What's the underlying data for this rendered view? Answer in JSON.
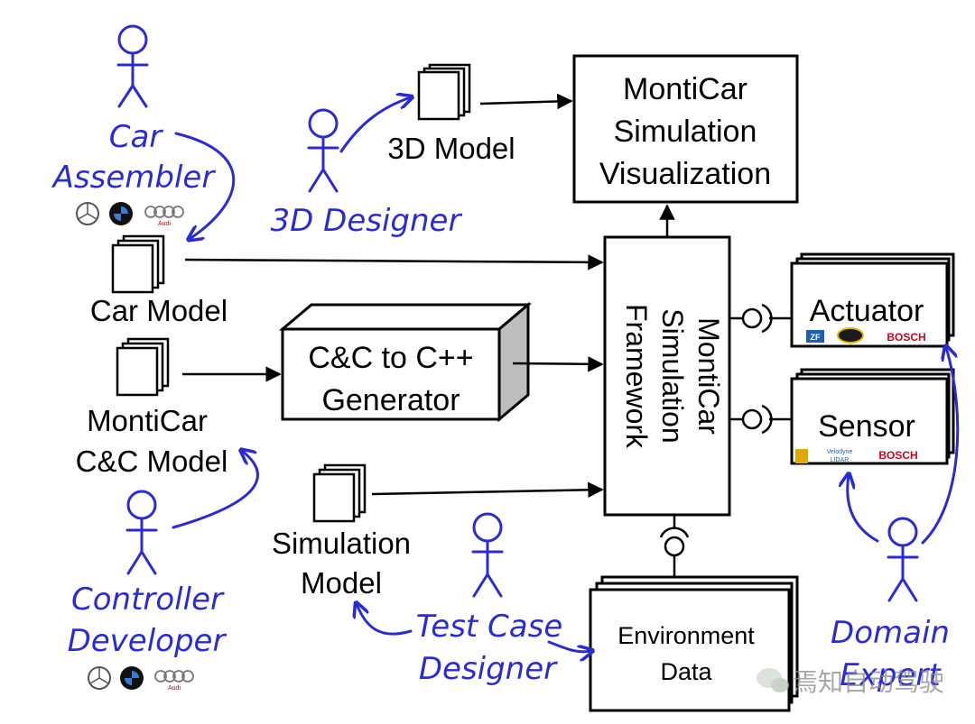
{
  "boxes": {
    "visualization": [
      "MontiCar",
      "Simulation",
      "Visualization"
    ],
    "framework": [
      "MontiCar",
      "Simulation",
      "Framework"
    ],
    "generator": [
      "C&C to C++",
      "Generator"
    ],
    "actuator": "Actuator",
    "sensor": "Sensor",
    "environment": [
      "Environment",
      "Data"
    ]
  },
  "models": {
    "model_3d": "3D Model",
    "car_model": "Car Model",
    "cc_model": [
      "MontiCar",
      "C&C Model"
    ],
    "simulation_model": [
      "Simulation",
      "Model"
    ]
  },
  "roles": {
    "car_assembler": [
      "Car",
      "Assembler"
    ],
    "designer_3d": "3D Designer",
    "controller_developer": [
      "Controller",
      "Developer"
    ],
    "test_case_designer": [
      "Test Case",
      "Designer"
    ],
    "domain_expert": [
      "Domain",
      "Expert"
    ]
  },
  "brands": {
    "audi": "Audi",
    "bosch": "BOSCH",
    "zf": "ZF",
    "velodyne": [
      "Velodyne",
      "LIDAR"
    ]
  },
  "watermark": "焉知自动驾驶",
  "colors": {
    "role_blue": "#2b2bd6",
    "bosch_red": "#d0021b",
    "zf_blue": "#1f5fb0"
  }
}
